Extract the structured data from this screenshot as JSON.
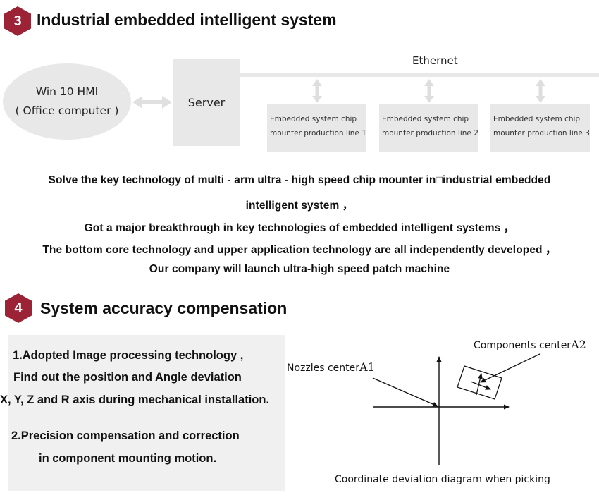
{
  "colors": {
    "badge": "#9b2335",
    "diagram_gray": "#e8e8e8",
    "panel_gray": "#f0f0f0",
    "text": "#111111"
  },
  "section3": {
    "badge_number": "3",
    "title": "Industrial embedded intelligent system",
    "hmi": {
      "line1": "Win 10 HMI",
      "line2": "( Office computer )"
    },
    "server_label": "Server",
    "ethernet_label": "Ethernet",
    "production_lines": [
      {
        "line1": "Embedded system chip",
        "line2": "mounter production line 1"
      },
      {
        "line1": "Embedded system chip",
        "line2": "mounter production line 2"
      },
      {
        "line1": "Embedded system chip",
        "line2": "mounter production line 3"
      }
    ],
    "paragraph": [
      "Solve the key technology of multi - arm ultra - high speed chip mounter in□industrial embedded",
      "intelligent system ，",
      "Got a major breakthrough in key technologies of embedded intelligent systems ，",
      "The bottom core technology and upper application technology are all independently developed ，",
      "Our company will launch ultra-high speed patch machine"
    ]
  },
  "section4": {
    "badge_number": "4",
    "title": "System accuracy compensation",
    "points": [
      "1.Adopted Image processing technology ,",
      "Find out the position and Angle deviation",
      "X, Y, Z and R axis during mechanical installation.",
      "2.Precision compensation and correction",
      "in component mounting motion."
    ],
    "diagram": {
      "nozzle_label": "Nozzles center",
      "nozzle_tag": "A1",
      "component_label": "Components center",
      "component_tag": "A2",
      "caption": "Coordinate deviation diagram when picking"
    }
  }
}
